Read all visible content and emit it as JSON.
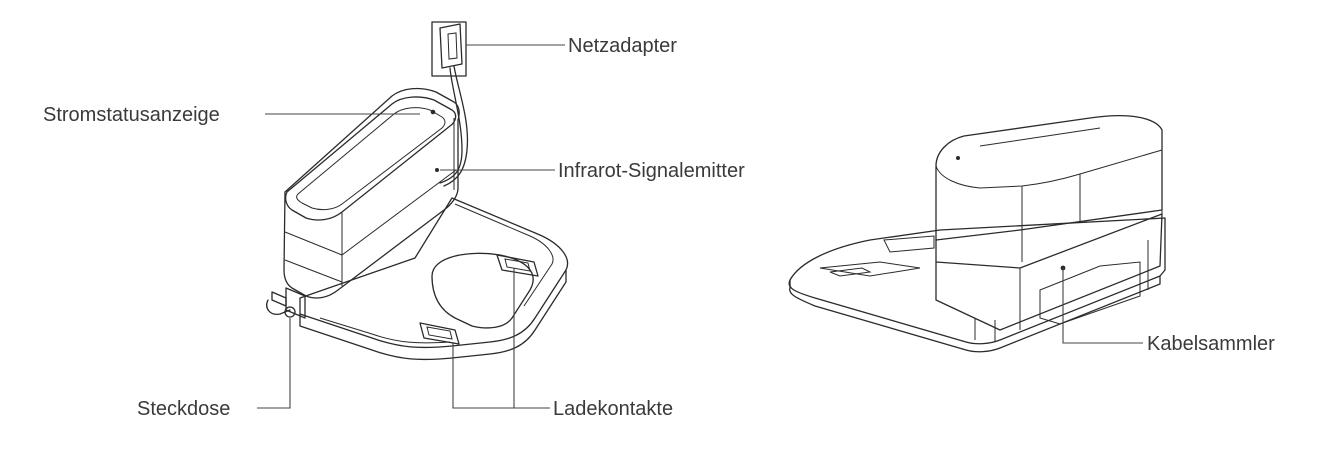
{
  "labels": {
    "netzadapter": "Netzadapter",
    "stromstatusanzeige": "Stromstatusanzeige",
    "infrarot": "Infrarot-Signalemitter",
    "steckdose": "Steckdose",
    "ladekontakte": "Ladekontakte",
    "kabelsammler": "Kabelsammler"
  }
}
